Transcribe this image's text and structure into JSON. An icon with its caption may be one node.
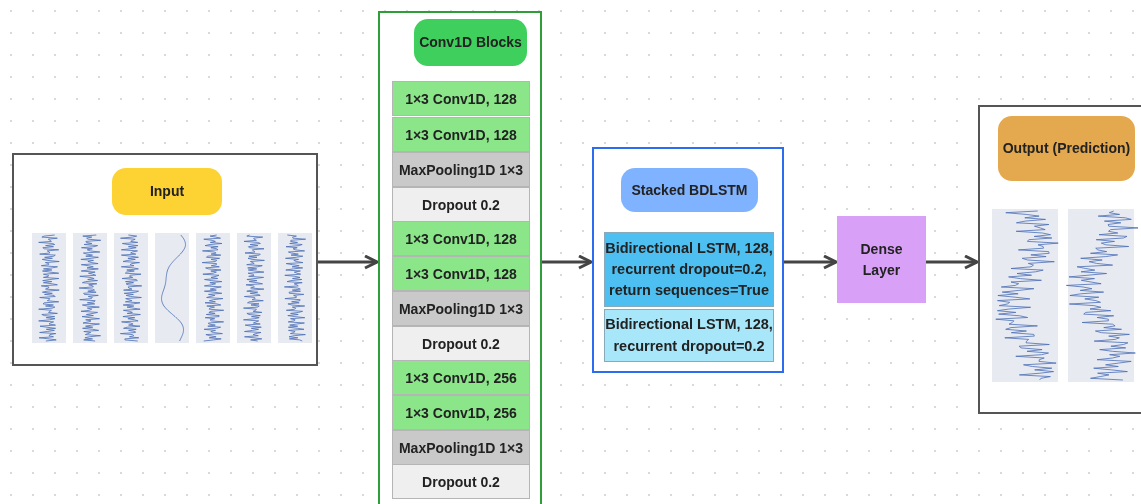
{
  "diagram": {
    "nodes": [
      {
        "text": [
          "Input"
        ]
      },
      {
        "text": [
          "Conv1D Blocks"
        ]
      },
      {
        "text": [
          "1×3 Conv1D, 128"
        ],
        "in": 1
      },
      {
        "text": [
          "1×3 Conv1D, 128"
        ],
        "in": 1
      },
      {
        "text": [
          "MaxPooling1D 1×3"
        ],
        "in": 1
      },
      {
        "text": [
          "Dropout 0.2"
        ],
        "in": 1
      },
      {
        "text": [
          "1×3 Conv1D, 128"
        ],
        "in": 1
      },
      {
        "text": [
          "1×3 Conv1D, 128"
        ],
        "in": 1
      },
      {
        "text": [
          "MaxPooling1D 1×3"
        ],
        "in": 1
      },
      {
        "text": [
          "Dropout 0.2"
        ],
        "in": 1
      },
      {
        "text": [
          "1×3 Conv1D, 256"
        ],
        "in": 1
      },
      {
        "text": [
          "1×3 Conv1D, 256"
        ],
        "in": 1
      },
      {
        "text": [
          "MaxPooling1D 1×3"
        ],
        "in": 1
      },
      {
        "text": [
          "Dropout 0.2"
        ],
        "in": 1
      },
      {
        "text": [
          "Stacked BDLSTM"
        ]
      },
      {
        "text": [
          "Bidirectional LSTM, 128, recurrent dropout=0.2, return sequences=True"
        ],
        "in": 14
      },
      {
        "text": [
          "Bidirectional LSTM, 128, recurrent dropout=0.2"
        ],
        "in": 14
      },
      {
        "text": [
          "Dense Layer"
        ]
      },
      {
        "text": [
          "Output (Prediction)"
        ]
      }
    ],
    "edges": [
      {
        "from": 0,
        "to": 1,
        "arrow": "to"
      },
      {
        "from": 1,
        "to": 14,
        "arrow": "to"
      },
      {
        "from": 14,
        "to": 17,
        "arrow": "to"
      },
      {
        "from": 17,
        "to": 18,
        "arrow": "to"
      }
    ]
  }
}
